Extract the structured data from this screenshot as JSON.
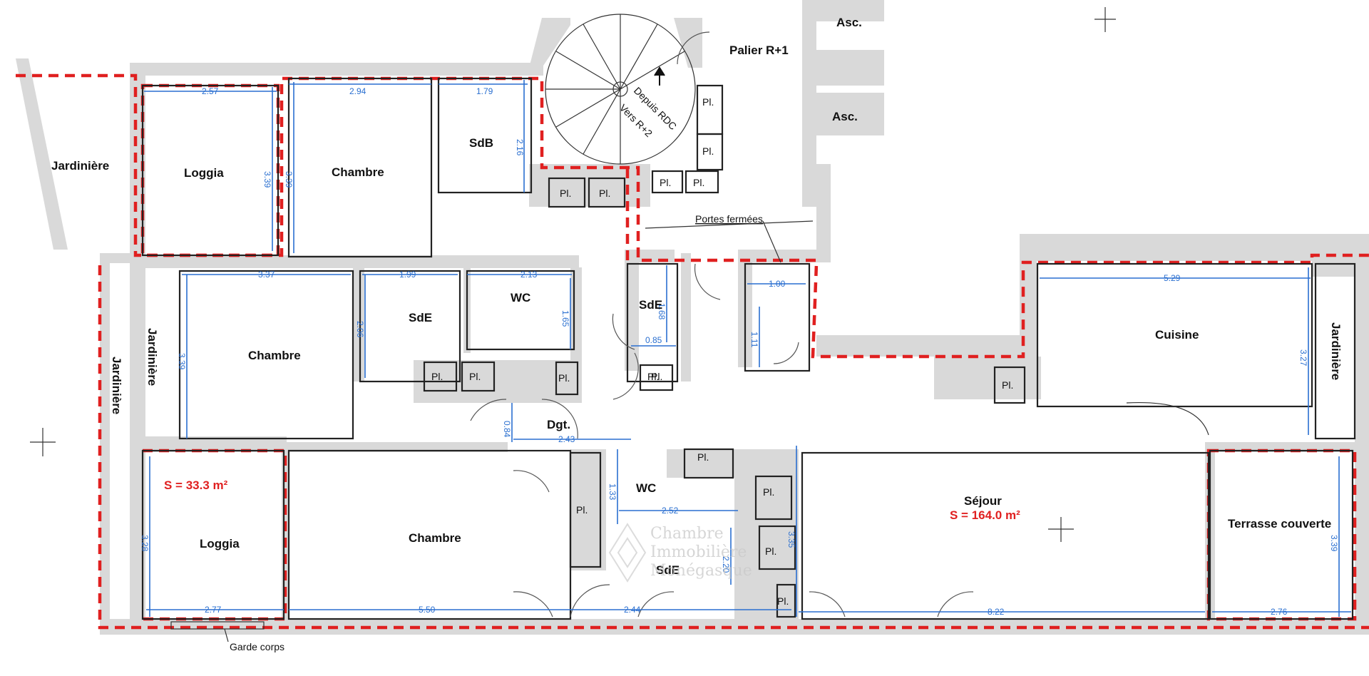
{
  "rooms": {
    "loggia_top": "Loggia",
    "chambre_1": "Chambre",
    "sdb": "SdB",
    "palier": "Palier R+1",
    "asc_1": "Asc.",
    "asc_2": "Asc.",
    "depuis_rdc": "Depuis RDC",
    "vers_r2": "Vers R+2",
    "portes_fermees": "Portes fermées",
    "jardiniere_top": "Jardinière",
    "jardiniere_left": "Jardinière",
    "jardiniere_inner": "Jardinière",
    "jardiniere_right": "Jardinière",
    "chambre_2": "Chambre",
    "sde_1": "SdE",
    "wc_1": "WC",
    "sde_2": "SdE",
    "cuisine": "Cuisine",
    "dgt": "Dgt.",
    "loggia_bottom": "Loggia",
    "chambre_3": "Chambre",
    "wc_2": "WC",
    "sde_3": "SdE",
    "sejour": "Séjour",
    "terrasse": "Terrasse couverte",
    "garde_corps": "Garde corps"
  },
  "areas": {
    "loggia_area": "S = 33.3 m²",
    "sejour_area": "S = 164.0 m²"
  },
  "placards": [
    "Pl.",
    "Pl.",
    "Pl.",
    "Pl.",
    "Pl.",
    "Pl.",
    "Pl.",
    "Pl.",
    "Pl.",
    "Pl.",
    "Pl.",
    "Pl.",
    "Pl.",
    "Pl.",
    "Pl.",
    "Pl.",
    "Pl."
  ],
  "dimensions": {
    "d_257": "2.57",
    "d_294": "2.94",
    "d_179": "1.79",
    "d_216": "2.16",
    "d_339a": "3.39",
    "d_339b": "3.39",
    "d_337": "3.37",
    "d_199": "1.99",
    "d_213": "2.13",
    "d_206": "2.06",
    "d_165": "1.65",
    "d_168": "1.68",
    "d_085": "0.85",
    "d_100": "1.00",
    "d_111": "1.11",
    "d_339c": "3.39",
    "d_529": "5.29",
    "d_327": "3.27",
    "d_084": "0.84",
    "d_243": "2.43",
    "d_133": "1.33",
    "d_252": "2.52",
    "d_328": "3.28",
    "d_277": "2.77",
    "d_550": "5.50",
    "d_244": "2.44",
    "d_335": "3.35",
    "d_220": "2.20",
    "d_822": "8.22",
    "d_276": "2.76",
    "d_339d": "3.39"
  },
  "watermark": [
    "Chambre",
    "Immobilière",
    "Monégasque"
  ],
  "colors": {
    "walls": "#d9d9d9",
    "outline_dashed": "#e02020",
    "dimension": "#2a6fd0"
  }
}
